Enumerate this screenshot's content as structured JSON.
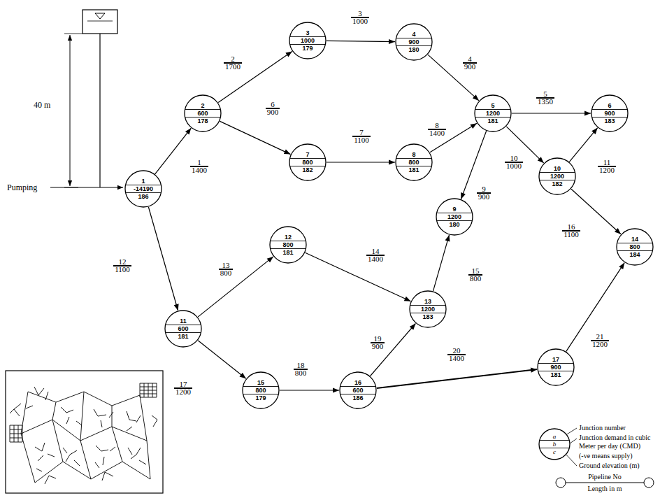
{
  "diagram": {
    "nodes": [
      {
        "text": [
          "1",
          "-14190",
          "186"
        ]
      },
      {
        "text": [
          "2",
          "600",
          "178"
        ]
      },
      {
        "text": [
          "3",
          "1000",
          "179"
        ]
      },
      {
        "text": [
          "4",
          "900",
          "180"
        ]
      },
      {
        "text": [
          "5",
          "1200",
          "181"
        ]
      },
      {
        "text": [
          "6",
          "900",
          "183"
        ]
      },
      {
        "text": [
          "7",
          "800",
          "182"
        ]
      },
      {
        "text": [
          "8",
          "800",
          "181"
        ]
      },
      {
        "text": [
          "9",
          "1200",
          "180"
        ]
      },
      {
        "text": [
          "10",
          "1200",
          "182"
        ]
      },
      {
        "text": [
          "11",
          "600",
          "181"
        ]
      },
      {
        "text": [
          "12",
          "800",
          "181"
        ]
      },
      {
        "text": [
          "13",
          "1200",
          "183"
        ]
      },
      {
        "text": [
          "14",
          "800",
          "184"
        ]
      },
      {
        "text": [
          "15",
          "800",
          "179"
        ]
      },
      {
        "text": [
          "16",
          "600",
          "186"
        ]
      },
      {
        "text": [
          "17",
          "900",
          "181"
        ]
      },
      {
        "text": [
          "a",
          "b",
          "c"
        ]
      }
    ],
    "edges": [
      {
        "from": 0,
        "to": 1,
        "arrow": "to",
        "label": "1 1400"
      },
      {
        "from": 1,
        "to": 2,
        "arrow": "to",
        "label": "2 1700"
      },
      {
        "from": 2,
        "to": 3,
        "arrow": "to",
        "label": "3 1000"
      },
      {
        "from": 3,
        "to": 4,
        "arrow": "to",
        "label": "4 900"
      },
      {
        "from": 4,
        "to": 5,
        "arrow": "to",
        "label": "5 1350"
      },
      {
        "from": 1,
        "to": 6,
        "arrow": "to",
        "label": "6 900"
      },
      {
        "from": 6,
        "to": 7,
        "arrow": "to",
        "label": "7 1100"
      },
      {
        "from": 7,
        "to": 4,
        "arrow": "to",
        "label": "8 1400"
      },
      {
        "from": 4,
        "to": 8,
        "arrow": "to",
        "label": "9 900"
      },
      {
        "from": 4,
        "to": 9,
        "arrow": "to",
        "label": "10 1000"
      },
      {
        "from": 9,
        "to": 5,
        "arrow": "to",
        "label": "11 1200"
      },
      {
        "from": 0,
        "to": 10,
        "arrow": "to",
        "label": "12 1100"
      },
      {
        "from": 10,
        "to": 11,
        "arrow": "to",
        "label": "13 800"
      },
      {
        "from": 11,
        "to": 12,
        "arrow": "to",
        "label": "14 1400"
      },
      {
        "from": 12,
        "to": 8,
        "arrow": "to",
        "label": "15 800"
      },
      {
        "from": 9,
        "to": 13,
        "arrow": "to",
        "label": "16 1100"
      },
      {
        "from": 10,
        "to": 14,
        "arrow": "to",
        "label": "17 1200"
      },
      {
        "from": 14,
        "to": 15,
        "arrow": "to",
        "label": "18 800"
      },
      {
        "from": 15,
        "to": 12,
        "arrow": "to",
        "label": "19 900"
      },
      {
        "from": 15,
        "to": 16,
        "arrow": "to",
        "label": "20 1400"
      },
      {
        "from": 16,
        "to": 13,
        "arrow": "to",
        "label": "21 1200"
      }
    ],
    "labels": [
      "40 m",
      "Pumping"
    ],
    "legend": [
      {
        "text": "Junction number"
      },
      {
        "text": "Junction demand in cubic Meter per day (CMD)"
      },
      {
        "text": "(-ve means supply)"
      },
      {
        "text": "Ground elevation (m)"
      },
      {
        "text": "Pipeline No"
      },
      {
        "text": "Length in m"
      }
    ]
  }
}
